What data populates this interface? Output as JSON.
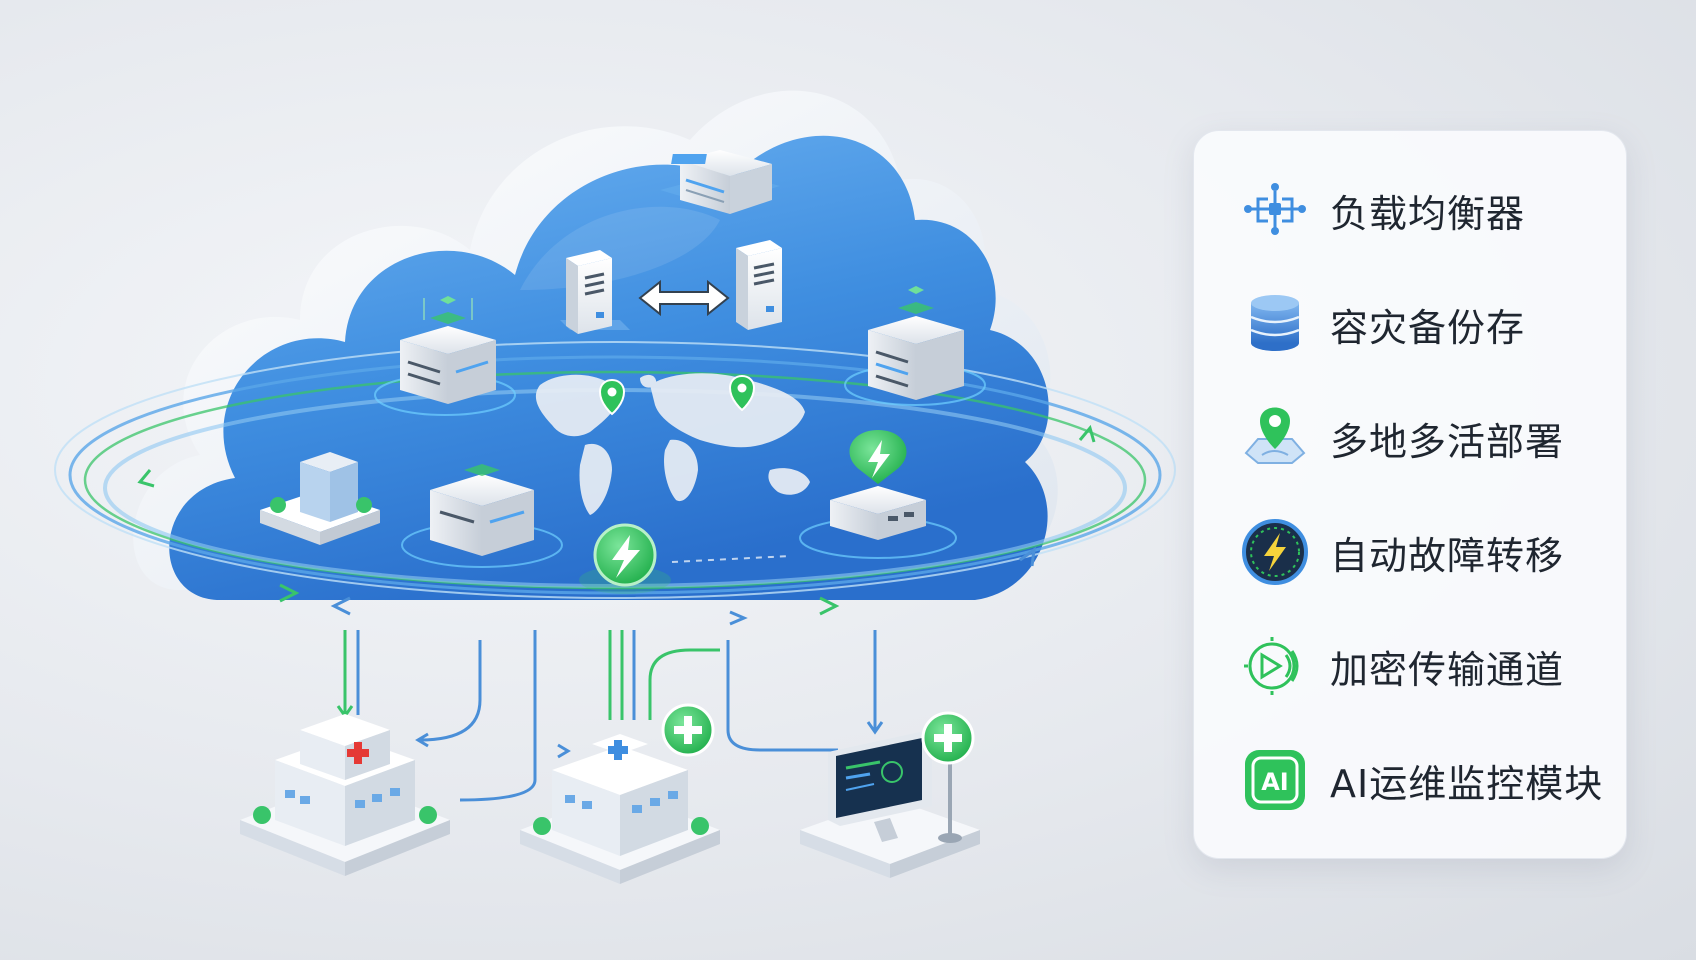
{
  "legend": {
    "items": [
      {
        "label": "负载均衡器",
        "icon": "load-balancer-icon"
      },
      {
        "label": "容灾备份存",
        "icon": "database-icon"
      },
      {
        "label": "多地多活部署",
        "icon": "location-pin-icon"
      },
      {
        "label": "自动故障转移",
        "icon": "lightning-gauge-icon"
      },
      {
        "label": "加密传输通道",
        "icon": "encrypted-channel-icon"
      },
      {
        "label": "AI运维监控模块",
        "icon": "ai-chip-icon"
      }
    ]
  },
  "colors": {
    "cloud_blue": "#3f8ee0",
    "cloud_white": "#f3f6fa",
    "accent_green": "#2fc25b",
    "link_blue": "#4a8fd8",
    "hospital_red": "#e53935"
  }
}
